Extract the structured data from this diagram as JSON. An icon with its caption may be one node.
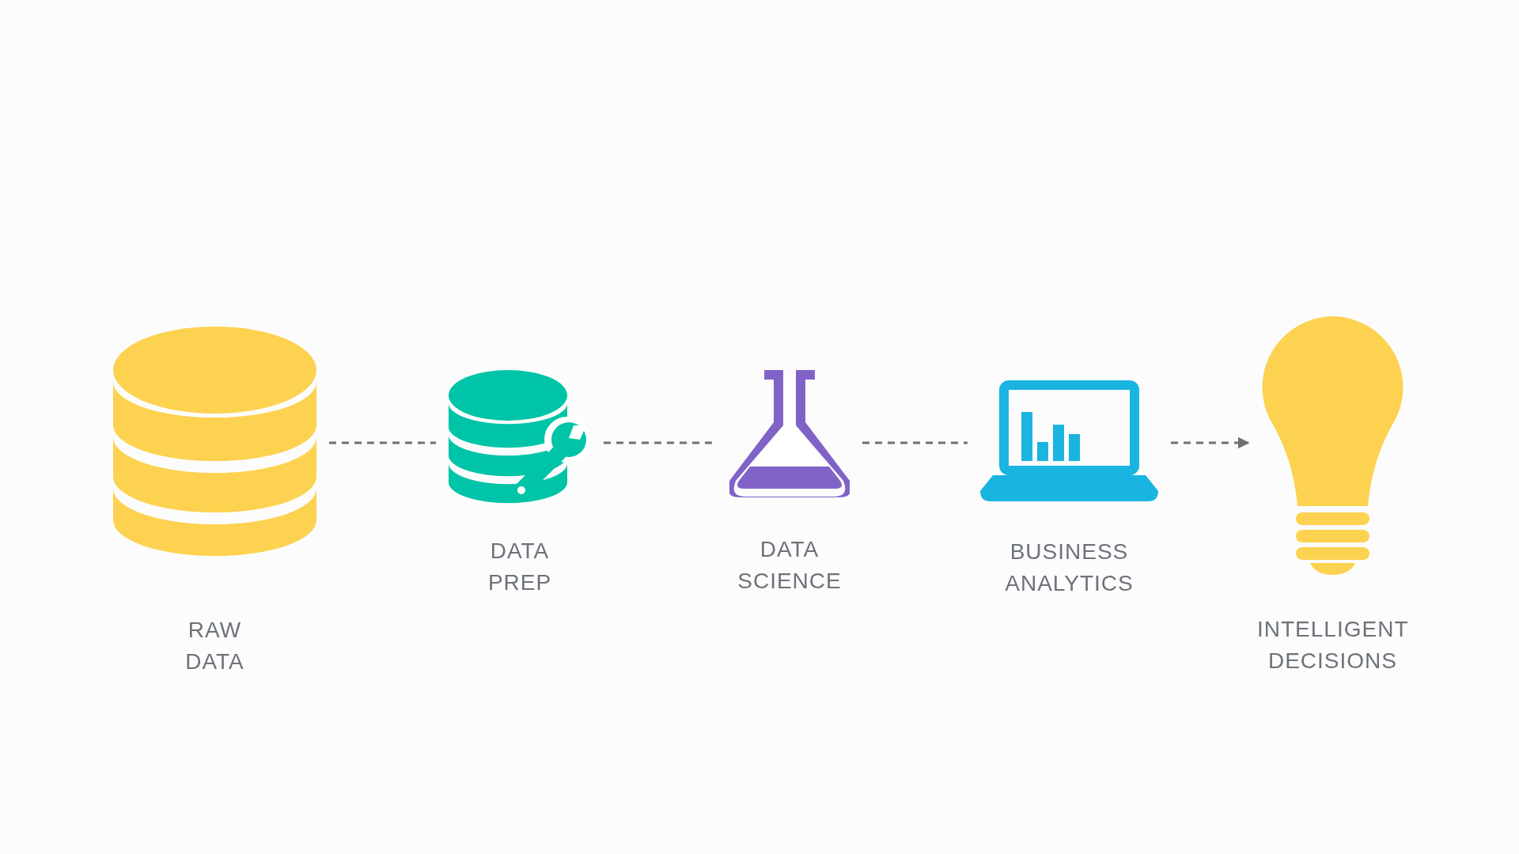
{
  "diagram": {
    "nodes": [
      {
        "text": [
          "RAW DATA"
        ]
      },
      {
        "text": [
          "DATA PREP"
        ]
      },
      {
        "text": [
          "DATA SCIENCE"
        ]
      },
      {
        "text": [
          "BUSINESS ANALYTICS"
        ]
      },
      {
        "text": [
          "INTELLIGENT DECISIONS"
        ]
      }
    ],
    "edges": [
      {
        "from": 0,
        "to": 1,
        "arrow": "none",
        "style": "dashed"
      },
      {
        "from": 1,
        "to": 2,
        "arrow": "none",
        "style": "dashed"
      },
      {
        "from": 2,
        "to": 3,
        "arrow": "none",
        "style": "dashed"
      },
      {
        "from": 3,
        "to": 4,
        "arrow": "to",
        "style": "dashed"
      }
    ]
  }
}
